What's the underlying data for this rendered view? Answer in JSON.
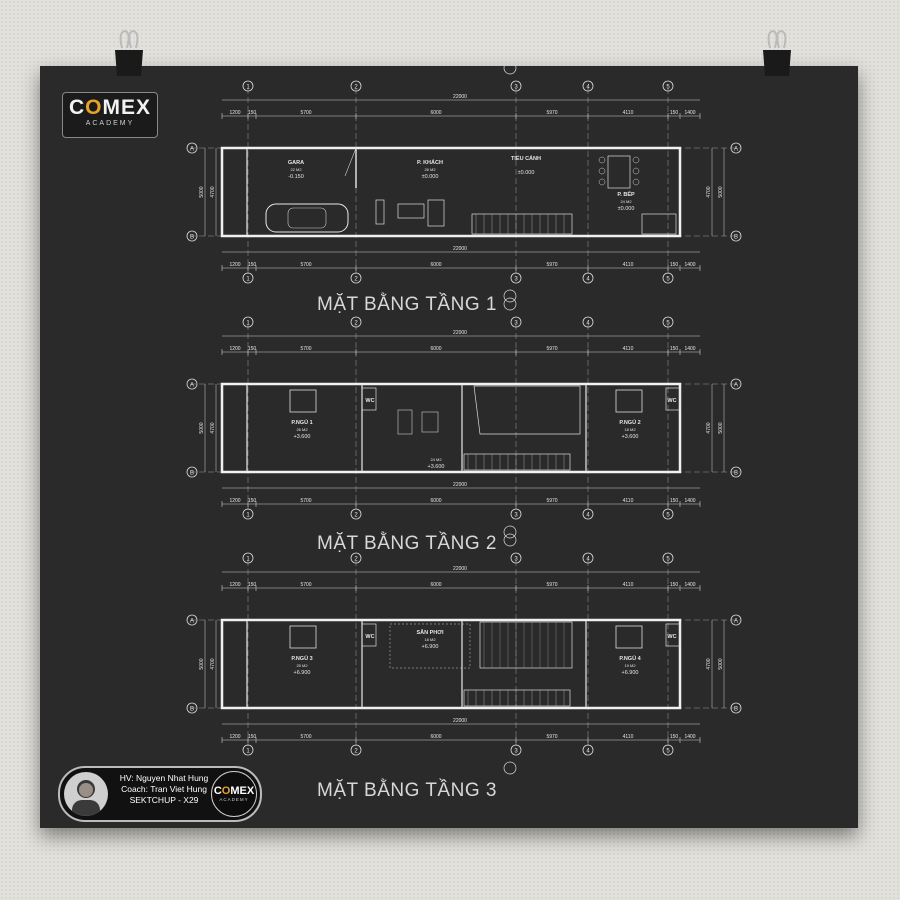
{
  "logo": {
    "brand": "COMEX",
    "sub": "ACADEMY"
  },
  "plans": [
    {
      "title": "MẶT BẰNG TẦNG 1",
      "rooms": [
        {
          "name": "GARA",
          "area": "22 M2",
          "level": "-0.150"
        },
        {
          "name": "P. KHÁCH",
          "area": "26 M2",
          "level": "±0.000"
        },
        {
          "name": "TIỂU CẢNH",
          "area": "",
          "level": "±0.000"
        },
        {
          "name": "P. BẾP",
          "area": "24 M2",
          "level": "±0.000"
        }
      ]
    },
    {
      "title": "MẶT BẰNG TẦNG 2",
      "rooms": [
        {
          "name": "P.NGỦ 1",
          "area": "26 M2",
          "level": "+3.600"
        },
        {
          "name": "",
          "area": "24 M2",
          "level": "+3.600"
        },
        {
          "name": "P.NGỦ 2",
          "area": "18 M2",
          "level": "+3.600"
        },
        {
          "name": "WC",
          "area": "",
          "level": ""
        },
        {
          "name": "WC",
          "area": "",
          "level": ""
        }
      ]
    },
    {
      "title": "MẶT BẰNG TẦNG 3",
      "rooms": [
        {
          "name": "P.NGỦ 3",
          "area": "25 M2",
          "level": "+6.900"
        },
        {
          "name": "SÂN PHƠI",
          "area": "18 M2",
          "level": "+6.900"
        },
        {
          "name": "P.NGỦ 4",
          "area": "19 M2",
          "level": "+6.900"
        },
        {
          "name": "WC",
          "area": "",
          "level": ""
        },
        {
          "name": "WC",
          "area": "",
          "level": ""
        }
      ]
    }
  ],
  "dimensions": {
    "spans": [
      "1200",
      "150",
      "5700",
      "6000",
      "5970",
      "4110",
      "150",
      "1400"
    ],
    "total": "22000",
    "widths": [
      "5000",
      "4700"
    ]
  },
  "grid_labels": {
    "columns": [
      "1",
      "2",
      "3",
      "4",
      "5"
    ],
    "rows": [
      "A",
      "B"
    ]
  },
  "credit": {
    "student": "HV: Nguyen Nhat Hung",
    "coach": "Coach: Tran Viet Hung",
    "course": "SEKTCHUP - X29"
  }
}
